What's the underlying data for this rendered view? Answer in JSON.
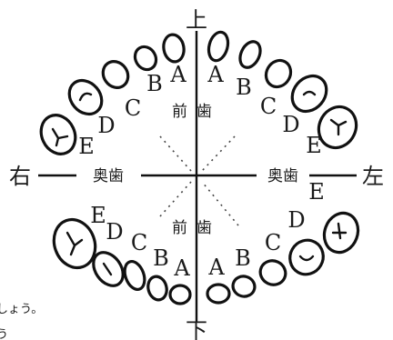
{
  "diagram": {
    "direction_labels": {
      "top": "上",
      "bottom": "下",
      "left": "右",
      "right": "左"
    },
    "region_labels": {
      "front_upper": "前歯",
      "front_lower": "前歯",
      "molar_left": "奥歯",
      "molar_right": "奥歯"
    },
    "tooth_letters": {
      "upper_left": [
        "A",
        "B",
        "C",
        "D",
        "E"
      ],
      "upper_right": [
        "A",
        "B",
        "C",
        "D",
        "E"
      ],
      "lower_left": [
        "A",
        "B",
        "C",
        "D",
        "E"
      ],
      "lower_right": [
        "A",
        "B",
        "C",
        "D",
        "E"
      ]
    },
    "cut_text": {
      "line1": "しょう。",
      "line2": "う"
    }
  }
}
